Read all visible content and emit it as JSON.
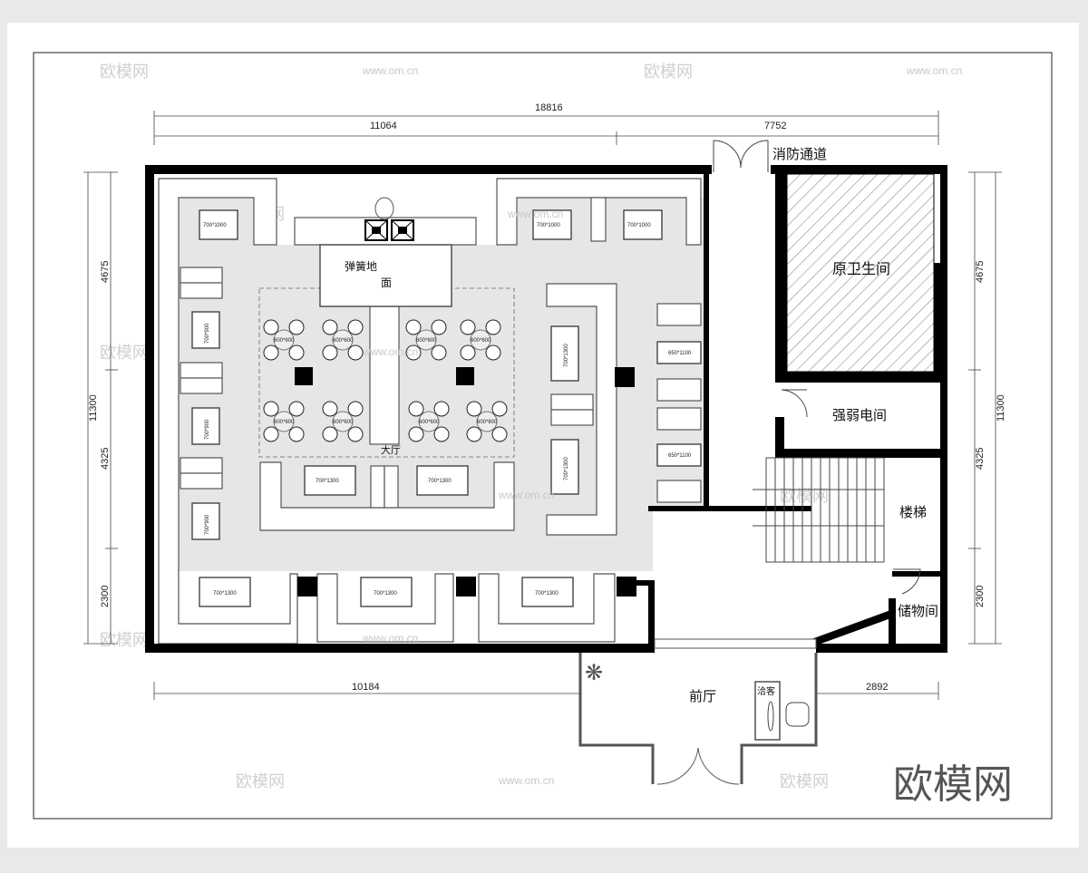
{
  "dimensions": {
    "total_width": "18816",
    "left_width": "11064",
    "right_width": "7752",
    "total_height": "11300",
    "seg_top": "4675",
    "seg_mid": "4325",
    "seg_bottom": "2300",
    "bottom_left": "10184",
    "bottom_right": "2892"
  },
  "rooms": {
    "fire_exit": "消防通道",
    "old_toilet": "原卫生间",
    "electrical": "强弱电间",
    "stairs": "楼梯",
    "storage": "储物间",
    "lobby": "前厅",
    "reception": "洽客",
    "hall": "大厅",
    "spring_floor_1": "弹簧地",
    "spring_floor_2": "面"
  },
  "furniture": {
    "t700x1000": "700*1000",
    "t700x900": "700*900",
    "t600x600": "600*600",
    "t700x1300": "700*1300",
    "t650x1100": "650*1100"
  },
  "watermark": {
    "logo": "欧模网",
    "url": "www.om.cn"
  },
  "colors": {
    "wall": "#000000",
    "floor": "#e6e6e6",
    "paper": "#ffffff"
  }
}
